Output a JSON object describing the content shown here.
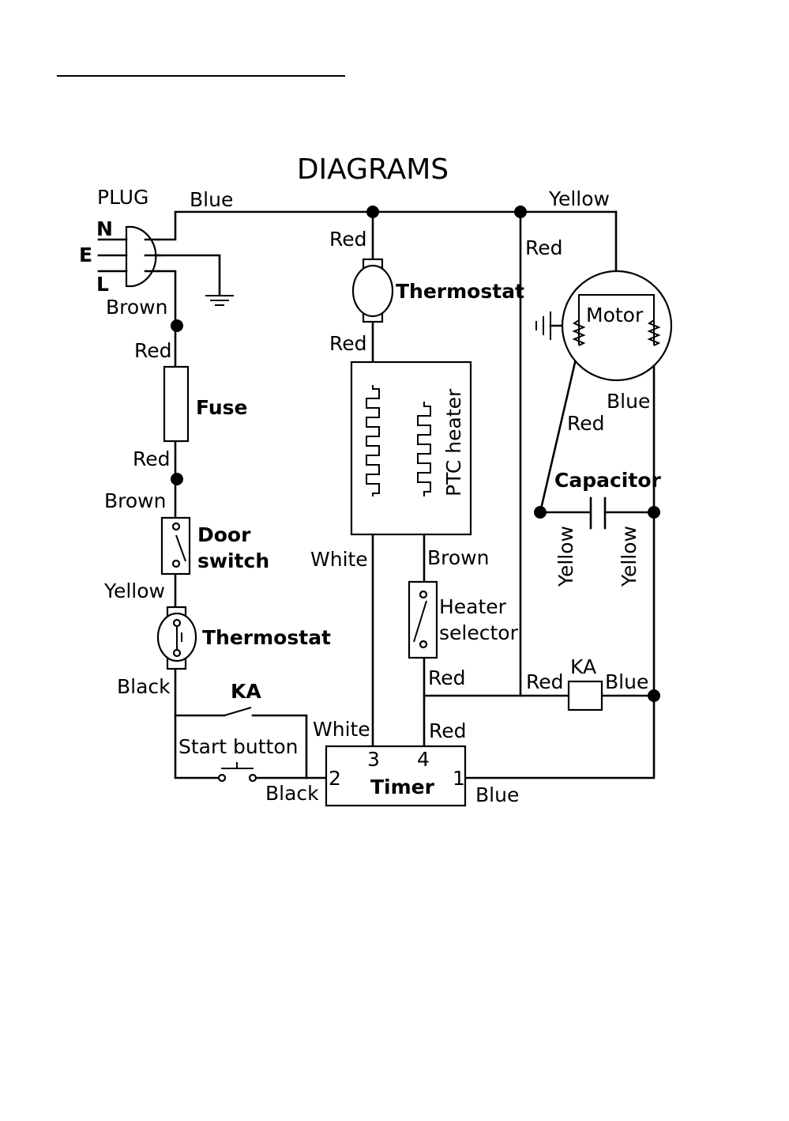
{
  "title": "DIAGRAMS",
  "plug": {
    "label": "PLUG",
    "n": "N",
    "e": "E",
    "l": "L"
  },
  "wires": {
    "blue_top": "Blue",
    "yellow_top": "Yellow",
    "brown_plug": "Brown",
    "red_fuse_top": "Red",
    "red_fuse_bottom": "Red",
    "brown_door": "Brown",
    "yellow_door": "Yellow",
    "black_thermo": "Black",
    "black_timer": "Black",
    "red_thermo_top": "Red",
    "red_thermo_bottom": "Red",
    "white_heater": "White",
    "brown_heater": "Brown",
    "red_selector": "Red",
    "white_timer": "White",
    "red_timer": "Red",
    "blue_timer": "Blue",
    "red_motor_line": "Red",
    "blue_motor": "Blue",
    "red_motor": "Red",
    "yellow_cap_left": "Yellow",
    "yellow_cap_right": "Yellow",
    "red_ka": "Red",
    "blue_ka": "Blue"
  },
  "components": {
    "fuse": "Fuse",
    "door_switch_1": "Door",
    "door_switch_2": "switch",
    "thermostat_left": "Thermostat",
    "thermostat_center": "Thermostat",
    "ptc_heater": "PTC heater",
    "heater_selector_1": "Heater",
    "heater_selector_2": "selector",
    "motor": "Motor",
    "capacitor": "Capacitor",
    "ka_relay": "KA",
    "ka_contact": "KA",
    "start_button": "Start button",
    "timer": "Timer",
    "timer_pin_1": "1",
    "timer_pin_2": "2",
    "timer_pin_3": "3",
    "timer_pin_4": "4"
  }
}
